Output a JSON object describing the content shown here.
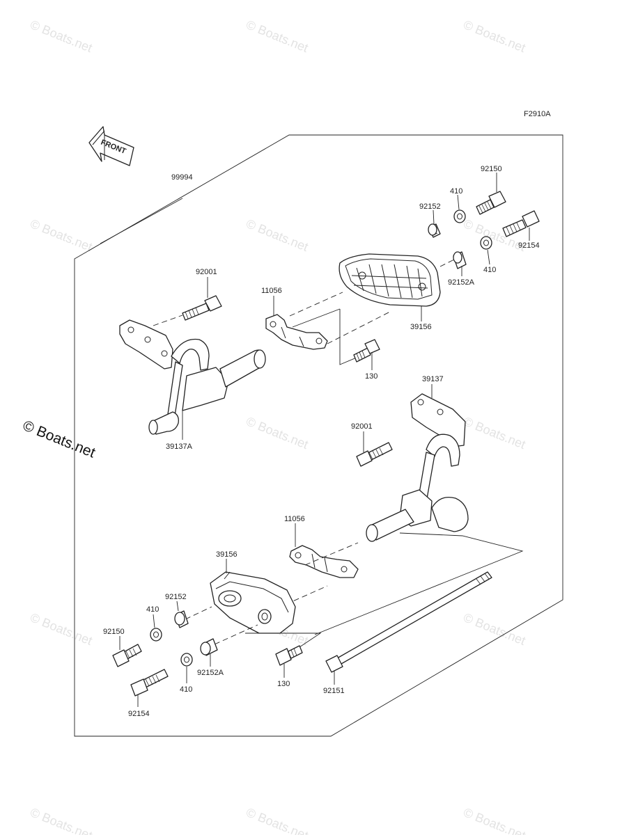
{
  "diagram_code": "F2910A",
  "front_label": "FRONT",
  "watermark_text": "© Boats.net",
  "brand_watermark": "© Boats.net",
  "assembly_ref": "99994",
  "part_labels": {
    "p92150_top": "92150",
    "p410_top": "410",
    "p92152_top": "92152",
    "p92154_top": "92154",
    "p410_top2": "410",
    "p92152A_top": "92152A",
    "p92001_left": "92001",
    "p11056_top": "11056",
    "p39156_top": "39156",
    "p130_top": "130",
    "p39137A": "39137A",
    "p39137": "39137",
    "p92001_right": "92001",
    "p11056_bottom": "11056",
    "p39156_bottom": "39156",
    "p92152_bottom": "92152",
    "p410_bottom": "410",
    "p92150_bottom": "92150",
    "p92154_bottom": "92154",
    "p410_bottom2": "410",
    "p92152A_bottom": "92152A",
    "p130_bottom": "130",
    "p92151": "92151"
  },
  "colors": {
    "line": "#222222",
    "watermark": "#e3e3e3",
    "background": "#ffffff"
  }
}
